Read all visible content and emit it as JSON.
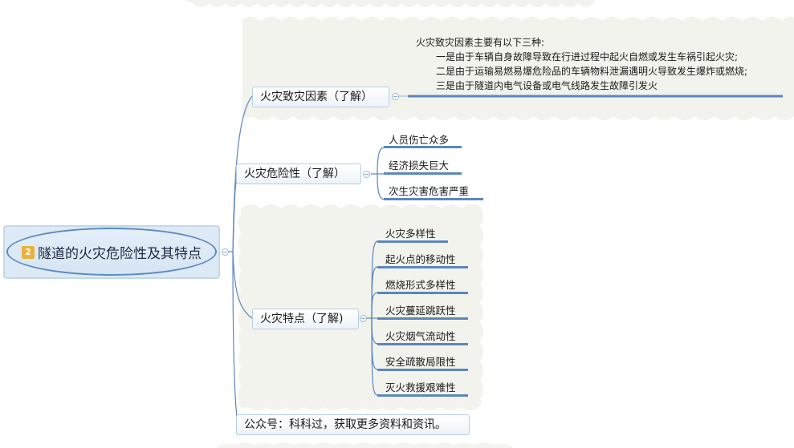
{
  "root": {
    "badge": "2",
    "label": "隧道的火灾危险性及其特点"
  },
  "branches": [
    {
      "id": "causes",
      "label": "火灾致灾因素（了解）",
      "note": {
        "heading": "火灾致灾因素主要有以下三种:",
        "lines": [
          "一是由于车辆自身故障导致在行进过程中起火自燃或发生车祸引起火灾;",
          "二是由于运输易燃易爆危险品的车辆物料泄漏遇明火导致发生爆炸或燃烧;",
          "三是由于隧道内电气设备或电气线路发生故障引发火"
        ]
      }
    },
    {
      "id": "danger",
      "label": "火灾危险性（了解）",
      "children": [
        "人员伤亡众多",
        "经济损失巨大",
        "次生灾害危害严重"
      ]
    },
    {
      "id": "features",
      "label": "火灾特点（了解)",
      "children": [
        "火灾多样性",
        "起火点的移动性",
        "燃烧形式多样性",
        "火灾蔓延跳跃性",
        "火灾烟气流动性",
        "安全疏散局限性",
        "灭火救援艰难性"
      ]
    },
    {
      "id": "footer",
      "label": "公众号：科科过，获取更多资料和资讯。"
    }
  ],
  "colors": {
    "connector": "#5b86c0",
    "boundary_fill": "#f2f3ec",
    "root_fill": "#dde9f4",
    "badge": "#e8b33a"
  }
}
